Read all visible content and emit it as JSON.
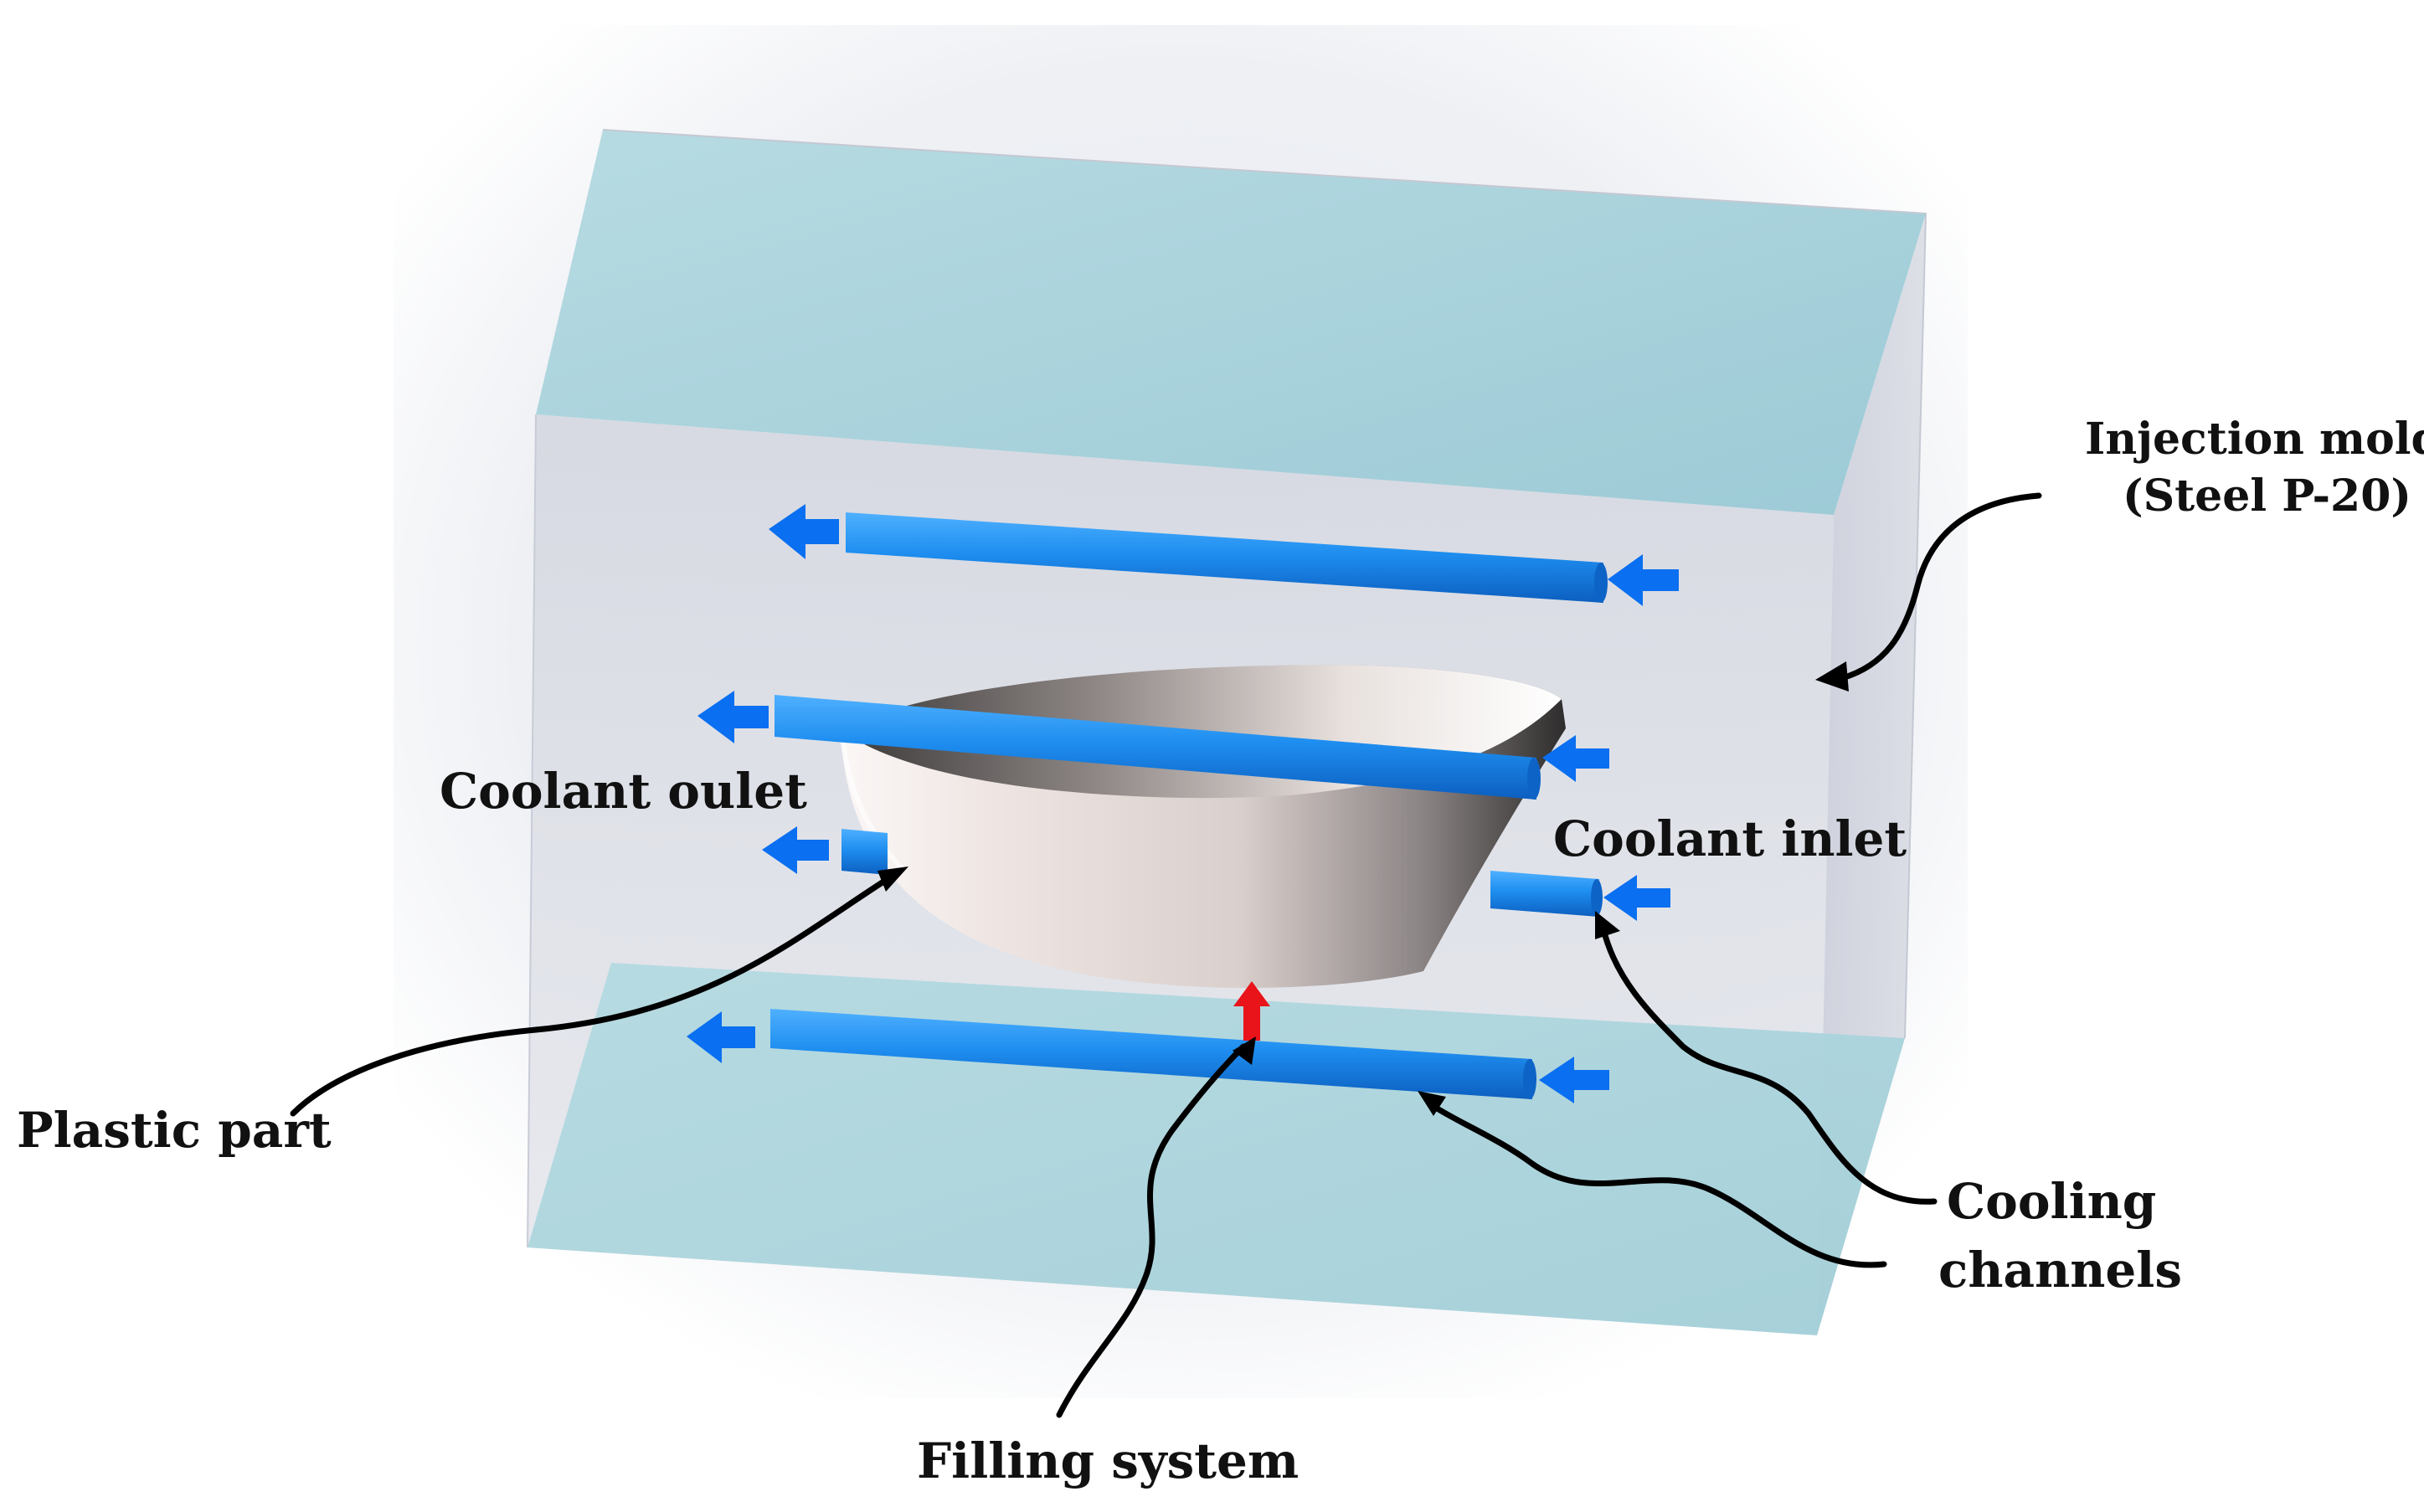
{
  "labels": {
    "injection_mold_line1": "Injection mold",
    "injection_mold_line2": "(Steel P-20)",
    "coolant_outlet": "Coolant oulet",
    "coolant_inlet": "Coolant inlet",
    "plastic_part": "Plastic part",
    "cooling_line1": "Cooling",
    "cooling_line2": "channels",
    "filling_system": "Filling system"
  },
  "colors": {
    "mold_plate": "#a9d3dc",
    "mold_body": "#d7dbe4",
    "channel": "#1f8be8",
    "flow_arrow": "#0a6ff0",
    "filling_arrow": "#e8141a",
    "leader": "#000000",
    "part_light": "#f2ecea",
    "part_dark": "#3a3838"
  },
  "icons": {
    "flow_arrow": "left-arrow-icon",
    "filling_arrow": "up-arrow-icon"
  }
}
